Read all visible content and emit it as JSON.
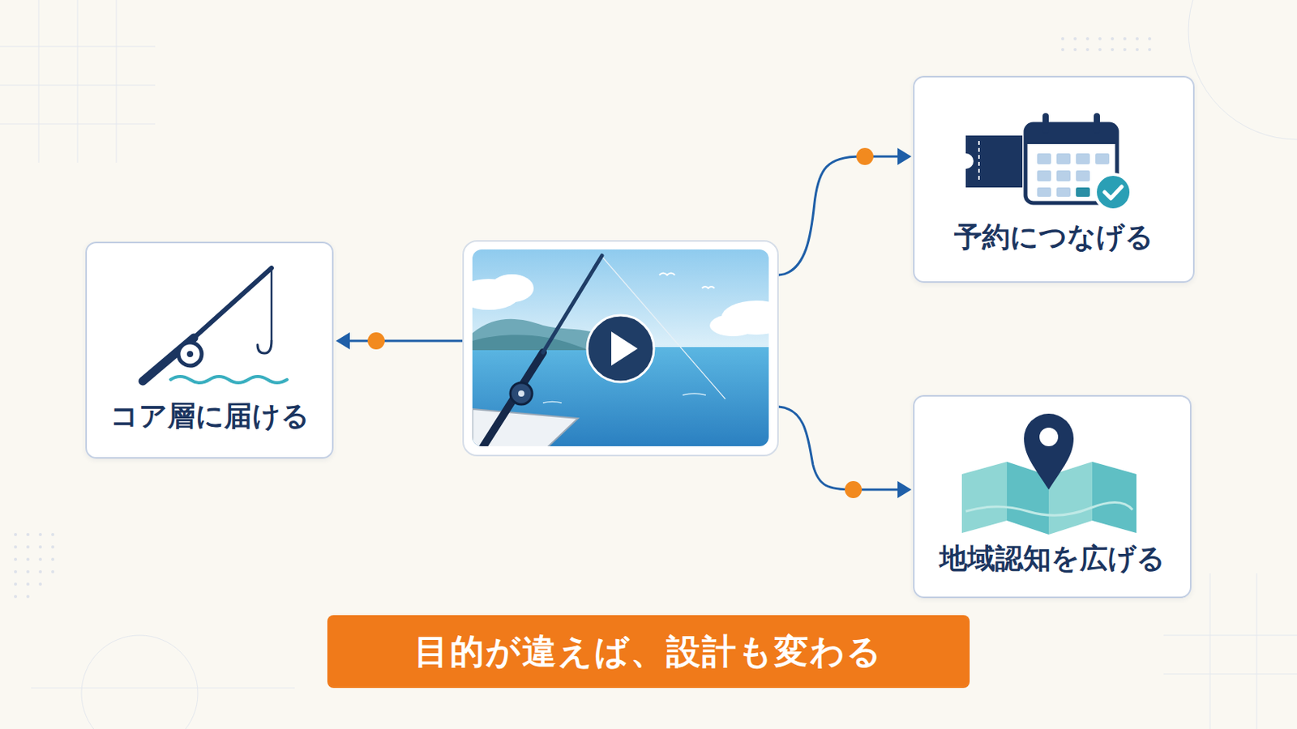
{
  "diagram": {
    "nodes": [
      {
        "text": [
          "コア層に届ける"
        ]
      },
      {
        "text": [
          "予約につなげる"
        ]
      },
      {
        "text": [
          "地域認知を広げる"
        ]
      },
      {
        "text": [
          "目的が違えば、設計も変わる"
        ]
      }
    ]
  }
}
